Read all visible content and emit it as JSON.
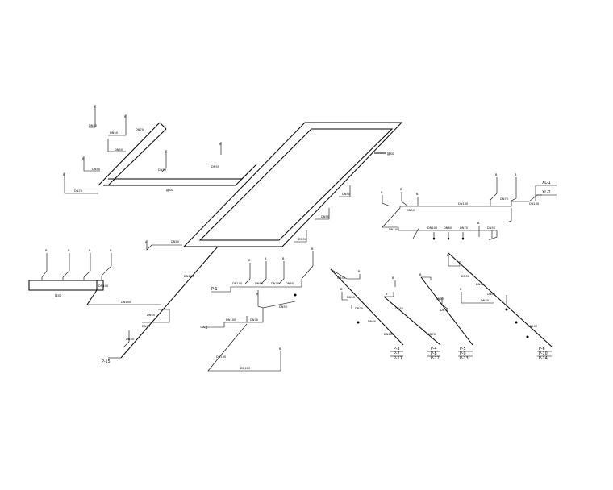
{
  "drawing": {
    "main_labels": [
      "接SS",
      "接SS",
      "接SS"
    ],
    "pipe_sizes": {
      "dn50": "DN50",
      "dn70": "DN70",
      "dn80": "DN80",
      "dn100": "DN100",
      "dn125": "DN125",
      "dn150": "DN150"
    },
    "riser_tags": {
      "p1": "P-1",
      "p2": "P-2",
      "p15": "P-15",
      "xl1": "XL-1",
      "xl2": "XL-2",
      "g1": [
        "P-3",
        "P-7",
        "P-11"
      ],
      "g2": [
        "P-4",
        "P-8",
        "P-12"
      ],
      "g3": [
        "P-5",
        "P-9",
        "P-13"
      ],
      "g4": [
        "P-6",
        "P-10",
        "P-14"
      ]
    },
    "marker_letter": "B"
  }
}
